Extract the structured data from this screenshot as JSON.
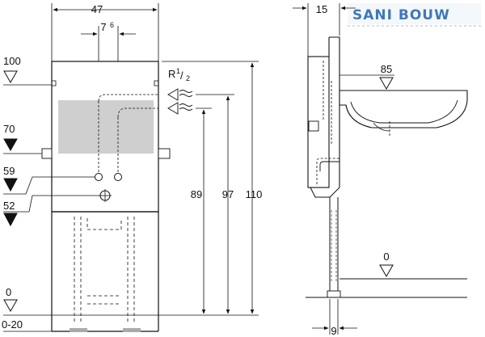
{
  "logo": {
    "text": "SANI BOUW",
    "color": "#3f78b8"
  },
  "front_view": {
    "width_total": "47",
    "spacing_top_a": "7",
    "spacing_top_b": "6",
    "thread": "R",
    "thread_num": "1",
    "thread_den": "2",
    "height_1": "89",
    "height_2": "97",
    "height_3": "110"
  },
  "levels": {
    "l100": "100",
    "l70": "70",
    "l59": "59",
    "l52": "52",
    "l0": "0",
    "l0_20": "0-20"
  },
  "side_view": {
    "depth_top": "15",
    "depth_bottom": "9",
    "basin_height": "85",
    "floor_level": "0"
  },
  "colors": {
    "line": "#111111",
    "panel": "#cfcfcf"
  }
}
